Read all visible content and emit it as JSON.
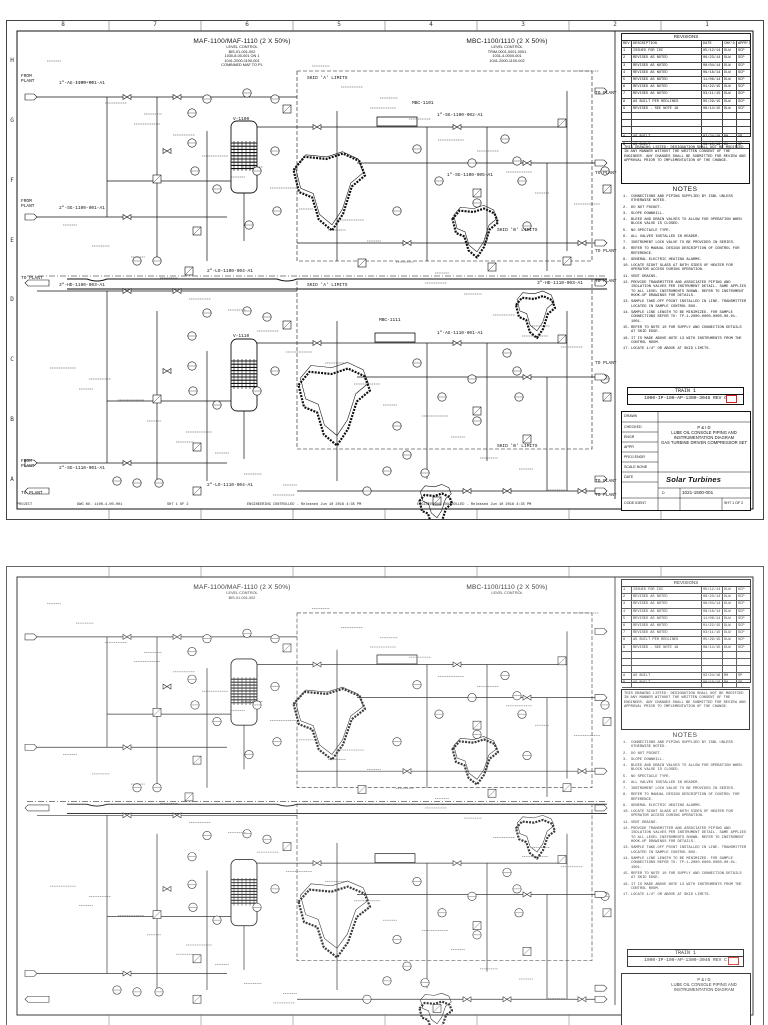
{
  "drawing": {
    "header_left": {
      "main": "MAF-1100/MAF-1110 (2 X 50%)",
      "lines": [
        "LEVEL CONTROL",
        "BIS-01-001-002",
        "1030-8-00-001 ON 1",
        "1041-2000-1100-001",
        "COMBINED MAF TO PL"
      ]
    },
    "header_right": {
      "main": "MBC-1100/1110 (2 X 50%)",
      "lines": [
        "LEVEL CONTROL",
        "TRIM-0001-0001-0001",
        "1031-4-0000-001",
        "1041-2000-1100-002"
      ]
    },
    "zone_numbers": [
      "8",
      "7",
      "6",
      "5",
      "4",
      "3",
      "2",
      "1"
    ],
    "zone_letters": [
      "H",
      "G",
      "F",
      "E",
      "D",
      "C",
      "B",
      "A"
    ],
    "area_labels": [
      "SKID 'A' LIMITS",
      "SKID 'B' LIMITS",
      "SKID 'A' LIMITS",
      "SKID 'B' LIMITS"
    ],
    "equipment_labels": [
      "MBC-1101",
      "MBC-1111",
      "V-1100",
      "V-1110"
    ],
    "edge_tags_left": [
      "FROM\nPLANT",
      "FROM\nPLANT",
      "TO PLANT",
      "FROM\nPLANT",
      "TO PLANT"
    ],
    "edge_tags_right": [
      "TO PLANT",
      "TO PLANT",
      "TO PLANT",
      "TO PLANT",
      "TO PLANT",
      "TO PLANT",
      "TO PLANT"
    ],
    "line_numbers": [
      "1\"-AG-1100-001-A1",
      "2\"-SG-1100-001-A1",
      "1\"-SG-1100-002-A1",
      "3\"-HD-1100-003-A1",
      "2\"-SG-1110-001-A1",
      "1\"-AG-1110-001-A1",
      "3\"-HD-1110-003-A1",
      "2\"-LO-1100-004-A1",
      "2\"-LO-1110-004-A1",
      "1\"-SG-1100-005-A1"
    ],
    "instrument_tags": [
      "PI",
      "TI",
      "LT",
      "LG",
      "PSV",
      "FT",
      "TE",
      "PT",
      "LSH",
      "LSL",
      "FI",
      "TT",
      "PDI",
      "XV",
      "FV",
      "LV"
    ],
    "bottom_strip": [
      "PROJECT",
      "DWG NO. 1100-4-00-001",
      "SHT 1 OF 2",
      "ENGINEERING CONTROLLED - Released Jun 10 2016 4:35 PM",
      "ENGINEERING CONTROLLED - Released Jun 10 2016 4:35 PM"
    ]
  },
  "revisions": {
    "title": "REVISIONS",
    "headers": [
      "REV",
      "DESCRIPTION",
      "DATE",
      "CHK'D",
      "APPR'D"
    ],
    "rows": [
      [
        "1",
        "ISSUED FOR IDC",
        "05/12/14",
        "DLW",
        "SCP"
      ],
      [
        "2",
        "REVISED AS NOTED",
        "06/23/14",
        "DLW",
        "SCP"
      ],
      [
        "3",
        "REVISED AS NOTED",
        "08/04/14",
        "DLW",
        "SCP"
      ],
      [
        "4",
        "REVISED AS NOTED",
        "09/18/14",
        "DLW",
        "SCP"
      ],
      [
        "5",
        "REVISED AS NOTED",
        "11/06/14",
        "DLW",
        "SCP"
      ],
      [
        "6",
        "REVISED AS NOTED",
        "01/22/15",
        "DLW",
        "SCP"
      ],
      [
        "7",
        "REVISED AS NOTED",
        "03/11/15",
        "DLW",
        "SCP"
      ],
      [
        "8",
        "AS BUILT PER REDLINES",
        "05/29/15",
        "DLW",
        "SCP"
      ],
      [
        "9",
        "REVISED - SEE NOTE 18",
        "08/14/15",
        "DLW",
        "SCP"
      ],
      [
        "",
        "",
        "",
        "",
        ""
      ],
      [
        "",
        "",
        "",
        "",
        ""
      ],
      [
        "",
        "",
        "",
        "",
        ""
      ],
      [
        "A",
        "AS BUILT",
        "02/24/16",
        "RH",
        "SP"
      ],
      [
        "B",
        "AS BUILT",
        "06/10/16",
        "RH",
        "SP"
      ]
    ]
  },
  "warning_text": "THIS DRAWING LISTED: DESIGNATION SHALL NOT BE MODIFIED IN ANY MANNER WITHOUT THE WRITTEN CONSENT OF THE ENGINEER. ANY CHANGES SHALL BE SUBMITTED FOR REVIEW AND APPROVAL PRIOR TO IMPLEMENTATION OF THE CHANGE.",
  "notes": {
    "title": "NOTES",
    "items": [
      {
        "n": "1.",
        "t": "CONNECTIONS AND PIPING SUPPLIED BY ISBL UNLESS OTHERWISE NOTED."
      },
      {
        "n": "2.",
        "t": "DO NOT POCKET."
      },
      {
        "n": "3.",
        "t": "SLOPE DOWNHILL."
      },
      {
        "n": "4.",
        "t": "BLEED AND DRAIN VALVES TO ALLOW FOR OPERATION WHEN BLOCK VALVE IS CLOSED."
      },
      {
        "n": "5.",
        "t": "NO SPECTACLE TYPE."
      },
      {
        "n": "6.",
        "t": "ALL VALVES INSTALLED IN HEADER."
      },
      {
        "n": "7.",
        "t": "INSTRUMENT LOCK VALVE TO BE PROVIDED IN SERIES."
      },
      {
        "n": "8.",
        "t": "REFER TO MANUAL DESIGN DESCRIPTION OF CONTROL FOR REFERENCE."
      },
      {
        "n": "9.",
        "t": "GENERAL ELECTRIC HEATING ALARMS."
      },
      {
        "n": "10.",
        "t": "LOCATE SIGHT GLASS AT BOTH SIDES OF HEATER FOR OPERATOR ACCESS DURING OPERATION."
      },
      {
        "n": "11.",
        "t": "VENT DRAINS."
      },
      {
        "n": "12.",
        "t": "PROVIDE TRANSMITTER AND ASSOCIATED PIPING AND ISOLATION VALVES PER INSTRUMENT DETAIL. SAME APPLIES TO ALL LEVEL INSTRUMENTS SHOWN. REFER TO INSTRUMENT HOOK-UP DRAWINGS FOR DETAILS."
      },
      {
        "n": "13.",
        "t": "SAMPLE TAKE-OFF POINT INSTALLED IN LINE. TRANSMITTER LOCATED IN SAMPLE CONTROL BOX."
      },
      {
        "n": "14.",
        "t": "SAMPLE LINE LENGTH TO BE MINIMIZED. FOR SAMPLE CONNECTIONS REFER TO: TP-1-2000-0000-0000-00-01-1001."
      },
      {
        "n": "15.",
        "t": "REFER TO NOTE 10 FOR SUPPLY AND CONNECTION DETAILS AT SKID EDGE."
      },
      {
        "n": "16.",
        "t": "IT IS MADE ABOVE NOTE 13 WITH INSTRUMENTS FROM THE CONTROL ROOM."
      },
      {
        "n": "17.",
        "t": "LOCATE 1/4\" OR ABOVE AT SKID LIMITS."
      }
    ]
  },
  "train": {
    "label": "TRAIN 1",
    "value": "1000-IP-100-AP-1300-3046 REV C"
  },
  "title_block": {
    "company": "Solar Turbines",
    "pid_title": [
      "P & I D",
      "LUBE OIL CONSOLE PIPING AND",
      "INSTRUMENTATION DIAGRAM",
      "GAS TURBINE DRIVEN COMPRESSOR SET"
    ],
    "dwg_no": "1021-1500-001",
    "size": "D",
    "sheet": "SHT 1 OF 2",
    "cells": [
      "DRAWN",
      "CHECKED",
      "ENGR",
      "APPR",
      "PROJ ENGR",
      "SCALE NONE",
      "DATE",
      "CODE IDENT"
    ]
  },
  "colors": {
    "ink": "#111111",
    "paper": "#ffffff",
    "redline": "#e0201c",
    "border": "#444444"
  }
}
